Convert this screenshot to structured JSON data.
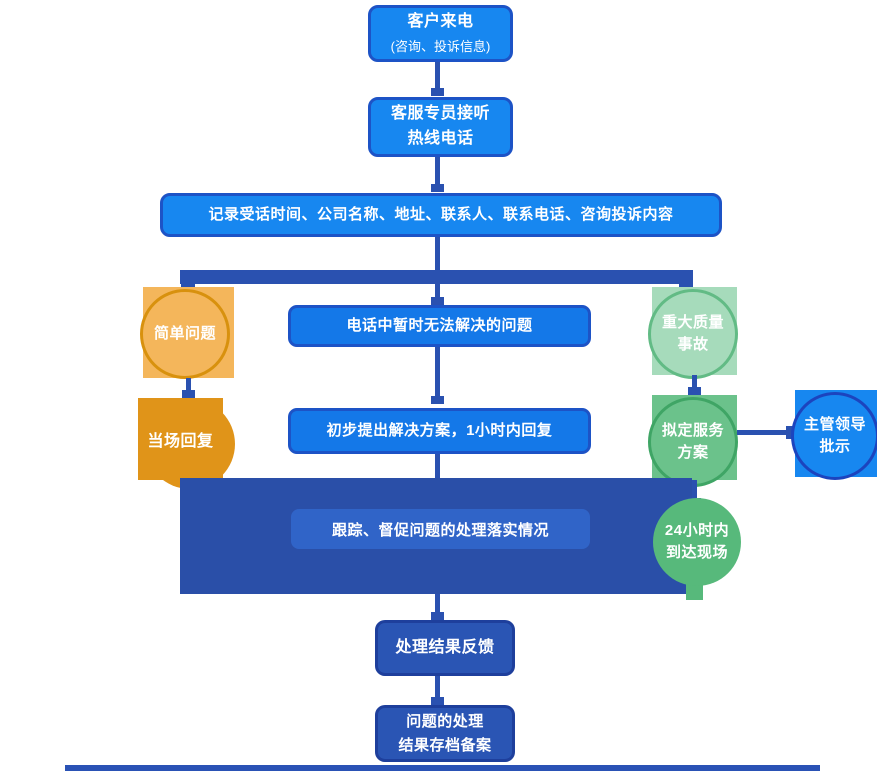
{
  "nodes": {
    "start": {
      "title": "客户来电",
      "subtitle": "(咨询、投诉信息)"
    },
    "answer": {
      "label": "客服专员接听\n热线电话"
    },
    "record": {
      "label": "记录受话时间、公司名称、地址、联系人、联系电话、咨询投诉内容"
    },
    "simple": {
      "label": "简单问题"
    },
    "onspot": {
      "label": "当场回复"
    },
    "unsolved": {
      "label": "电话中暂时无法解决的问题"
    },
    "propose": {
      "label": "初步提出解决方案，1小时内回复"
    },
    "major": {
      "label": "重大质量\n事故"
    },
    "plan": {
      "label": "拟定服务\n方案"
    },
    "approval": {
      "label": "主管领导\n批示"
    },
    "track": {
      "label": "跟踪、督促问题的处理落实情况"
    },
    "onsite": {
      "label": "24小时内\n到达现场"
    },
    "feedback": {
      "label": "处理结果反馈"
    },
    "archive": {
      "label": "问题的处理\n结果存档备案"
    }
  },
  "colors": {
    "bright_blue": "#1787F0",
    "mid_blue": "#1478E8",
    "box_border_blue": "#1D53C6",
    "connector_blue": "#2A51B0",
    "panel_blue": "#2A4FA8",
    "inner_blue": "#3064C8",
    "deep_box_blue": "#2A55B4",
    "deep_box_border": "#1E3F9C",
    "bar_blue": "#2A52B5",
    "orange_light": "#F4B65B",
    "orange_border": "#D8910E",
    "orange_dark": "#E09419",
    "green_light": "#A6DBBB",
    "green_light_border": "#62BB85",
    "green_mid": "#6BC28B",
    "green_mid_border": "#3FA565",
    "green_solid": "#57B97B",
    "approval_border": "#1C44BE"
  }
}
